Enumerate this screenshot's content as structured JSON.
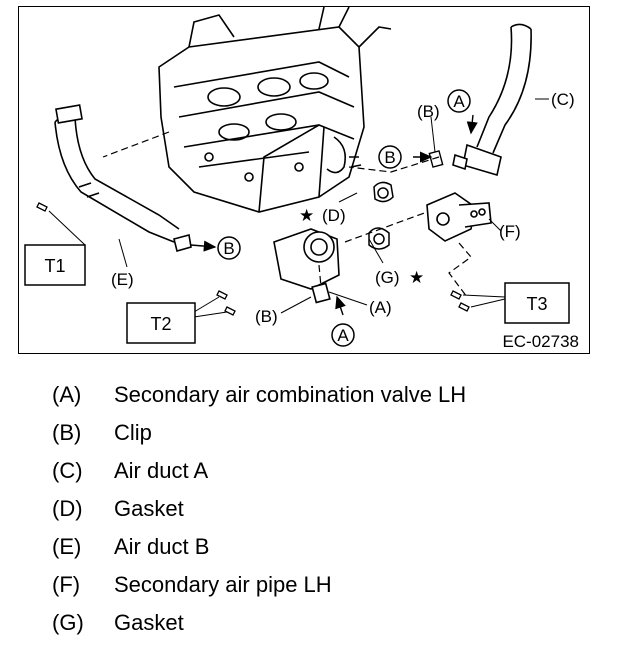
{
  "diagram": {
    "code": "EC-02738",
    "callouts": {
      "a": "(A)",
      "b": "(B)",
      "c": "(C)",
      "d": "(D)",
      "e": "(E)",
      "f": "(F)",
      "g": "(G)"
    },
    "circle_marks": {
      "a": "A",
      "b": "B"
    },
    "torque_boxes": {
      "t1": "T1",
      "t2": "T2",
      "t3": "T3"
    },
    "star": "★"
  },
  "legend": [
    {
      "key": "(A)",
      "text": "Secondary air combination valve LH"
    },
    {
      "key": "(B)",
      "text": "Clip"
    },
    {
      "key": "(C)",
      "text": "Air duct A"
    },
    {
      "key": "(D)",
      "text": "Gasket"
    },
    {
      "key": "(E)",
      "text": "Air duct B"
    },
    {
      "key": "(F)",
      "text": "Secondary air pipe LH"
    },
    {
      "key": "(G)",
      "text": "Gasket"
    }
  ]
}
